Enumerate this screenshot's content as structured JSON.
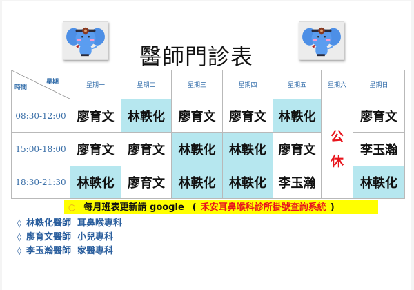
{
  "title": "醫師門診表",
  "mascot": {
    "icon": "elephant-doctor-icon",
    "count": 2
  },
  "table": {
    "corner": {
      "top_label": "星期",
      "bottom_label": "時間"
    },
    "days": [
      "星期一",
      "星期二",
      "星期三",
      "星期四",
      "星期五",
      "星期六",
      "星期日"
    ],
    "closed_label_1": "公",
    "closed_label_2": "休",
    "rows": [
      {
        "time": "08:30-12:00",
        "mon": "廖育文",
        "tue": "林軼化",
        "wed": "廖育文",
        "thu": "廖育文",
        "fri": "林軼化",
        "sun": "廖育文"
      },
      {
        "time": "15:00-18:00",
        "mon": "廖育文",
        "tue": "廖育文",
        "wed": "林軼化",
        "thu": "林軼化",
        "fri": "廖育文",
        "sun": "李玉瀚"
      },
      {
        "time": "18:30-21:30",
        "mon": "林軼化",
        "tue": "廖育文",
        "wed": "林軼化",
        "thu": "林軼化",
        "fri": "李玉瀚",
        "sun": "林軼化"
      }
    ],
    "highlight_color": "#b6e7ef",
    "highlighted_doctor": "林軼化"
  },
  "notice": {
    "bullet": "○",
    "text": "每月班表更新請 google",
    "open_paren": "(",
    "link_text": "禾安耳鼻喉科診所掛號查詢系統",
    "close_paren": ")",
    "highlight_color": "#ffff00",
    "link_color": "#e8141c"
  },
  "doctors": [
    {
      "bullet": "◊",
      "name": "林軼化醫師",
      "specialty": "耳鼻喉專科"
    },
    {
      "bullet": "◊",
      "name": "廖育文醫師",
      "specialty": "小兒專科"
    },
    {
      "bullet": "◊",
      "name": "李玉瀚醫師",
      "specialty": "家醫專科"
    }
  ]
}
